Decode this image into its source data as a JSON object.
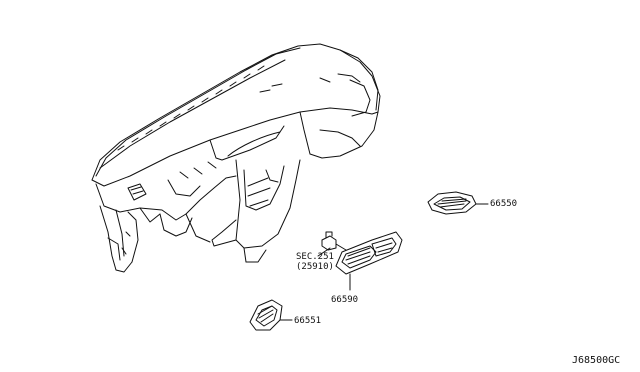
{
  "diagram": {
    "title": "",
    "parts": [
      {
        "id": "vent-right",
        "label": "66550"
      },
      {
        "id": "vent-center",
        "label": "66590"
      },
      {
        "id": "vent-left",
        "label": "66551"
      },
      {
        "id": "ref",
        "label_line1": "SEC.251",
        "label_line2": "(25910)"
      }
    ],
    "code": "J68500GC"
  }
}
